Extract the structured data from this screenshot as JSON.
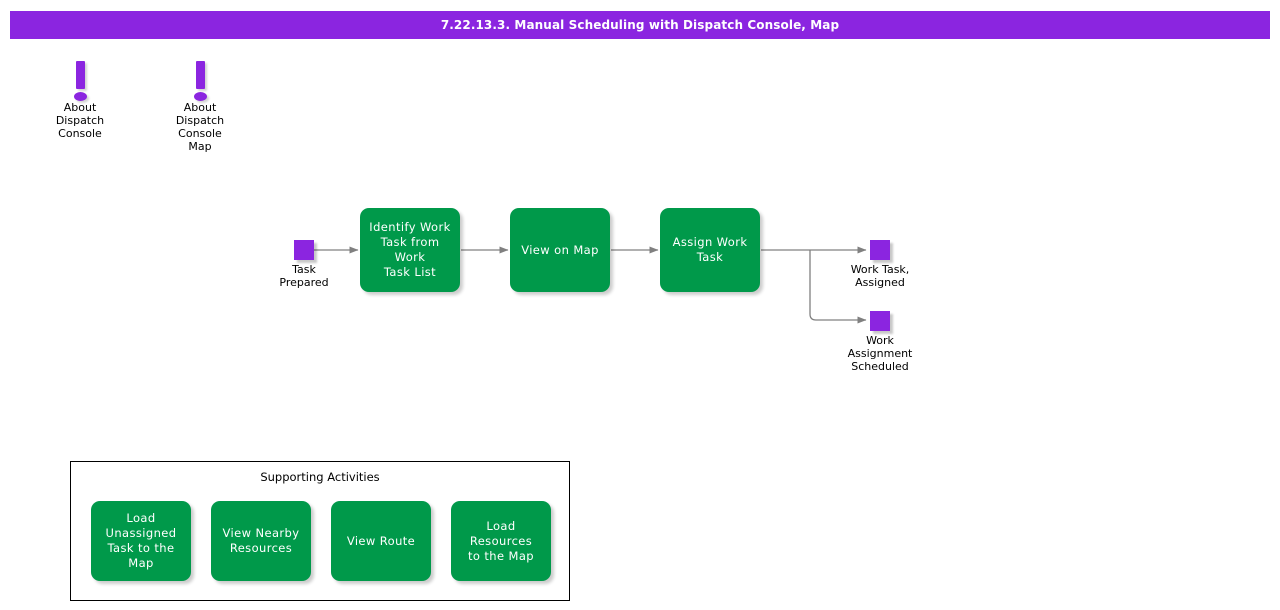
{
  "header": {
    "title": "7.22.13.3. Manual Scheduling with Dispatch Console, Map",
    "bar_color": "#8B25E0",
    "text_color": "#FFFFFF"
  },
  "theme": {
    "activity_green": "#00994A",
    "event_purple": "#8B25E0",
    "connector_gray": "#808080",
    "background": "#FFFFFF",
    "text_dark": "#000000"
  },
  "notes": [
    {
      "icon": "exclamation-icon",
      "label": "About\nDispatch\nConsole"
    },
    {
      "icon": "exclamation-icon",
      "label": "About\nDispatch\nConsole\nMap"
    }
  ],
  "flow": {
    "start_event": {
      "label": "Task\nPrepared",
      "shape": "square",
      "color": "#8B25E0"
    },
    "activities": [
      {
        "label": "Identify Work\nTask from Work\nTask List"
      },
      {
        "label": "View on Map"
      },
      {
        "label": "Assign Work\nTask"
      }
    ],
    "end_events": [
      {
        "label": "Work Task,\nAssigned",
        "shape": "square",
        "color": "#8B25E0"
      },
      {
        "label": "Work\nAssignment\nScheduled",
        "shape": "square",
        "color": "#8B25E0"
      }
    ]
  },
  "supporting": {
    "title": "Supporting Activities",
    "activities": [
      {
        "label": "Load Unassigned\nTask to the Map"
      },
      {
        "label": "View Nearby\nResources"
      },
      {
        "label": "View Route"
      },
      {
        "label": "Load Resources\nto the Map"
      }
    ]
  }
}
